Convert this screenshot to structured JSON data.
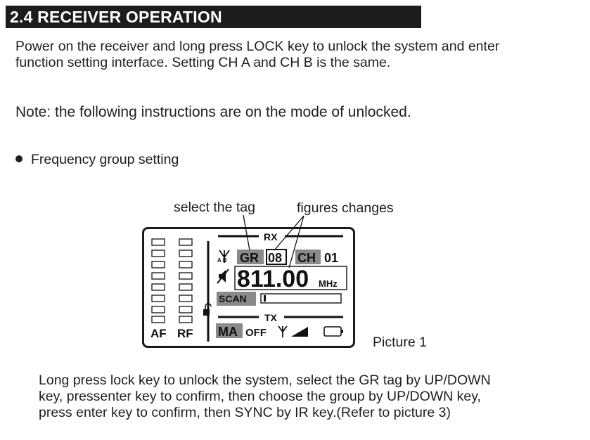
{
  "section": {
    "title": "2.4 RECEIVER OPERATION"
  },
  "intro": {
    "line1": "Power on the receiver and long press LOCK key to unlock the system and enter",
    "line2": "function setting interface. Setting CH A and CH B is the same."
  },
  "note": "Note: the following instructions are on the mode of unlocked.",
  "bullet": "Frequency group setting",
  "callouts": {
    "select_tag": "select the tag",
    "figures_change": "figures changes"
  },
  "lcd": {
    "rx_label": "RX",
    "tx_label": "TX",
    "antenna_ab": "A B",
    "gr_label": "GR",
    "group_value": "08",
    "ch_label": "CH",
    "ch_value": "01",
    "frequency": "811.00",
    "unit": "MHz",
    "scan_label": "SCAN",
    "ma_label": "MA",
    "off_label": "OFF",
    "af_label": "AF",
    "rf_label": "RF"
  },
  "caption": "Picture 1",
  "instructions": {
    "line1": "Long press lock key to unlock the system, select the GR tag by UP/DOWN",
    "line2": "key, pressenter key to confirm, then choose the group by UP/DOWN key,",
    "line3": "press enter key to confirm, then SYNC by IR key.(Refer to picture 3)"
  }
}
